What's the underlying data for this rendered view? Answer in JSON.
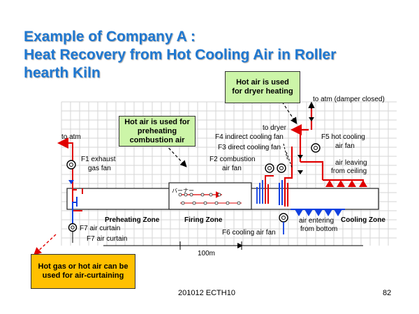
{
  "slide": {
    "title_line1": "Example of Company A :",
    "title_line2": "Heat Recovery from Hot Cooling Air in Roller",
    "title_line3": "hearth Kiln",
    "footer_code": "201012 ECTH10",
    "page_number": "82"
  },
  "callouts": {
    "dryer": "Hot air is used for dryer heating",
    "preheat": "Hot air is used for preheating combustion air",
    "curtain": "Hot gas or hot air can be used for air-curtaining"
  },
  "labels": {
    "to_atm_left": "to atm",
    "to_atm_damper": "to atm (damper closed)",
    "to_dryer": "to dryer",
    "f1_line1": "F1 exhaust",
    "f1_line2": "gas fan",
    "f2_line1": "F2 combustion",
    "f2_line2": "air fan",
    "f3": "F3 direct cooling fan",
    "f4": "F4 indirect cooling fan",
    "f5_line1": "F5 hot cooling",
    "f5_line2": "air fan",
    "f6": "F6 cooling air fan",
    "f7a": "F7 air curtain",
    "f7b": "F7 air curtain",
    "air_leaving_line1": "air leaving",
    "air_leaving_line2": "from ceiling",
    "air_entering_line1": "air entering",
    "air_entering_line2": "from bottom",
    "zone_preheating": "Preheating Zone",
    "zone_firing": "Firing Zone",
    "zone_cooling": "Cooling Zone",
    "length": "100m",
    "burner_text": "バーナー"
  },
  "colors": {
    "title": "#1f78d1",
    "callout_green": "#ccf5a8",
    "callout_yellow": "#ffc000",
    "hot_pipe": "#e00000",
    "cold_pipe": "#1040e0",
    "grid": "#d6d6d6"
  }
}
